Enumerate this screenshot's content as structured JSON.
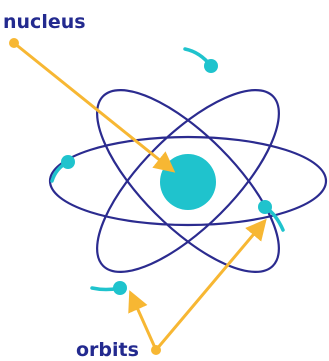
{
  "labels": {
    "nucleus": "nucleus",
    "orbits": "orbits"
  },
  "colors": {
    "orbit": "#2b2b8f",
    "particle": "#1fc3cd",
    "arrow": "#f7b733",
    "label": "#232a8f",
    "background": "#ffffff"
  },
  "icons": {
    "nucleus": "filled-circle",
    "electron": "filled-circle",
    "arrowhead": "triangle"
  }
}
